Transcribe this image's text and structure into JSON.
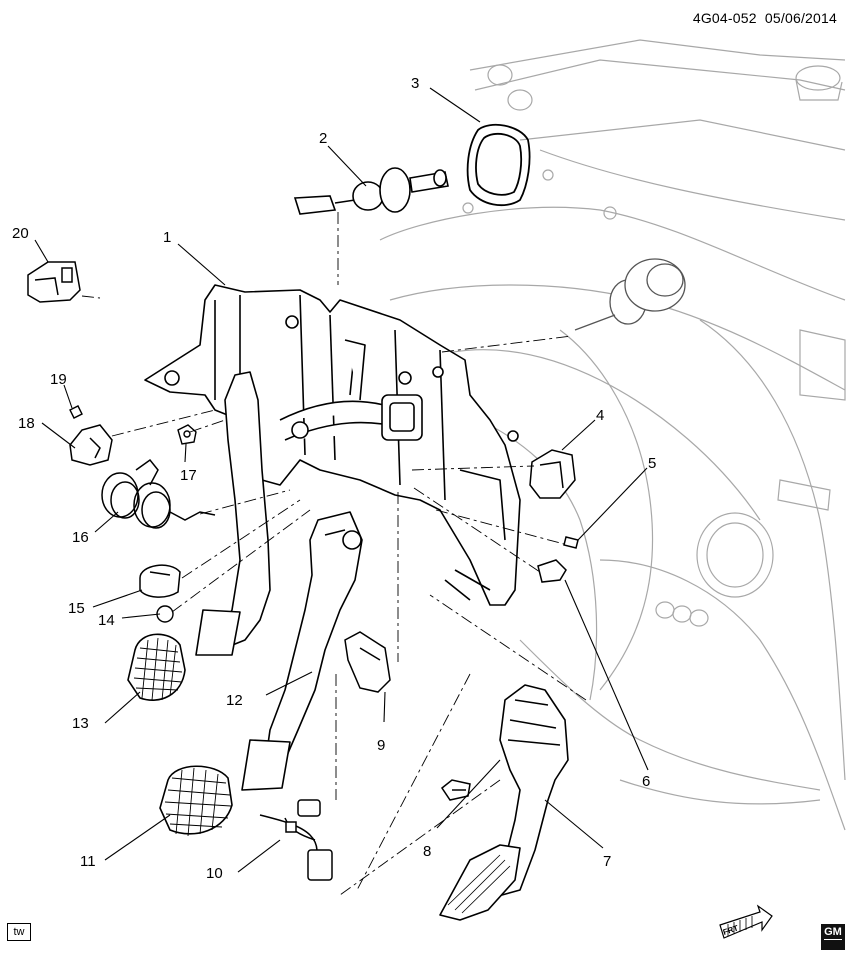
{
  "header": {
    "diagram_code": "4G04-052",
    "date": "05/06/2014"
  },
  "footer": {
    "tw_label": "tw",
    "front_arrow_label": "FRT",
    "brand_logo": "GM"
  },
  "callouts": [
    "1",
    "2",
    "3",
    "4",
    "5",
    "6",
    "7",
    "8",
    "9",
    "10",
    "11",
    "12",
    "13",
    "14",
    "15",
    "16",
    "17",
    "18",
    "19",
    "20"
  ],
  "colors": {
    "line": "#000000",
    "background_line": "#9a9a9a",
    "paper": "#ffffff"
  }
}
